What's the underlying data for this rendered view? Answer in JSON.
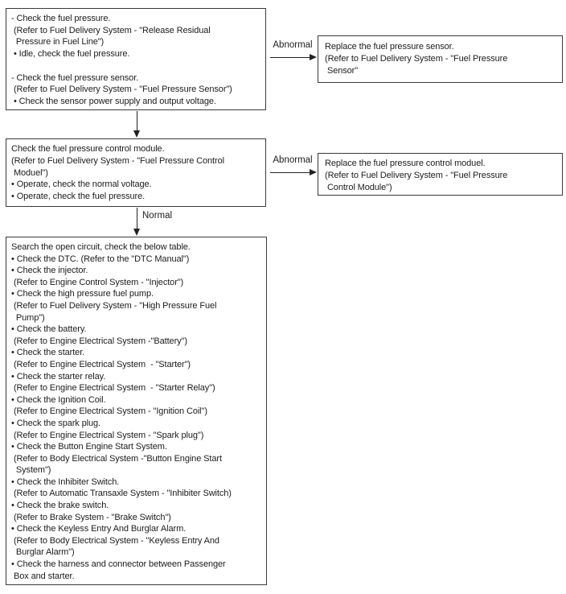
{
  "colors": {
    "background": "#ffffff",
    "box_border": "#3a3a3a",
    "text": "#1c1c1c",
    "arrow": "#222222"
  },
  "flowchart": {
    "step1": {
      "lines": [
        "- Check the fuel pressure.",
        " (Refer to Fuel Delivery System - \"Release Residual",
        "  Pressure in Fuel Line\")",
        " • Idle, check the fuel pressure.",
        "",
        "- Check the fuel pressure sensor.",
        " (Refer to Fuel Delivery System - \"Fuel Pressure Sensor\")",
        " • Check the sensor power supply and output voltage."
      ]
    },
    "branch1": {
      "label": "Abnormal",
      "action": {
        "lines": [
          "Replace the fuel pressure sensor.",
          "(Refer to Fuel Delivery System - \"Fuel Pressure",
          " Sensor\""
        ]
      }
    },
    "step2": {
      "lines": [
        "Check the fuel pressure control module.",
        "(Refer to Fuel Delivery System - \"Fuel Pressure Control",
        " Moduel\")",
        "• Operate, check the normal voltage.",
        "• Operate, check the fuel pressure."
      ]
    },
    "branch2": {
      "label": "Abnormal",
      "action": {
        "lines": [
          "Replace the fuel pressure control moduel.",
          "(Refer to Fuel Delivery System - \"Fuel Pressure",
          " Control Module\")"
        ]
      }
    },
    "branch3": {
      "label": "Normal"
    },
    "step3": {
      "lines": [
        "Search the open circuit, check the below table.",
        "• Check the DTC. (Refer to the \"DTC Manual\")",
        "• Check the injector.",
        " (Refer to Engine Control System - \"Injector\")",
        "• Check the high pressure fuel pump.",
        " (Refer to Fuel Delivery System - \"High Pressure Fuel",
        "  Pump\")",
        "• Check the battery.",
        " (Refer to Engine Electrical System -\"Battery\")",
        "• Check the starter.",
        " (Refer to Engine Electrical System  - \"Starter\")",
        "• Check the starter relay.",
        " (Refer to Engine Electrical System  - \"Starter Relay\")",
        "• Check the Ignition Coil.",
        " (Refer to Engine Electrical System - \"Ignition Coil\")",
        "• Check the spark plug.",
        " (Refer to Engine Electrical System - \"Spark plug\")",
        "• Check the Button Engine Start System.",
        " (Refer to Body Electrical System -\"Button Engine Start",
        "  System\")",
        "• Check the Inhibiter Switch.",
        " (Refer to Automatic Transaxle System - \"Inhibiter Switch)",
        "• Check the brake switch.",
        " (Refer to Brake System - \"Brake Switch\")",
        "• Check the Keyless Entry And Burglar Alarm.",
        " (Refer to Body Electrical System - \"Keyless Entry And",
        "  Burglar Alarm\")",
        "• Check the harness and connector between Passenger",
        " Box and starter."
      ]
    }
  }
}
